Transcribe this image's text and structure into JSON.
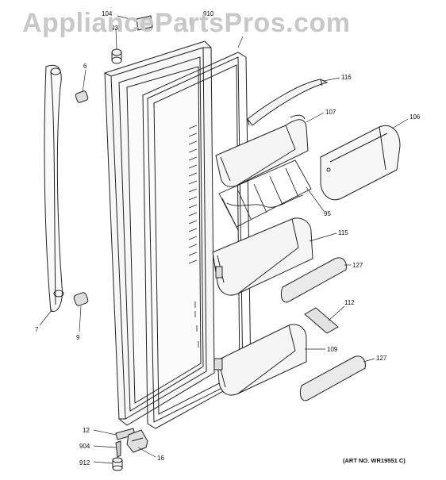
{
  "watermark": "AppliancePartsPros.com",
  "art_number": "(ART NO. WR19551 C)",
  "callouts": {
    "c104": "104",
    "c910": "910",
    "c93": "93",
    "c6": "6",
    "c116": "116",
    "c107": "107",
    "c106": "106",
    "c95": "95",
    "c115": "115",
    "c127a": "127",
    "c112": "112",
    "c7": "7",
    "c9": "9",
    "c109": "109",
    "c127b": "127",
    "c12": "12",
    "c904": "904",
    "c16": "16",
    "c912": "912"
  }
}
